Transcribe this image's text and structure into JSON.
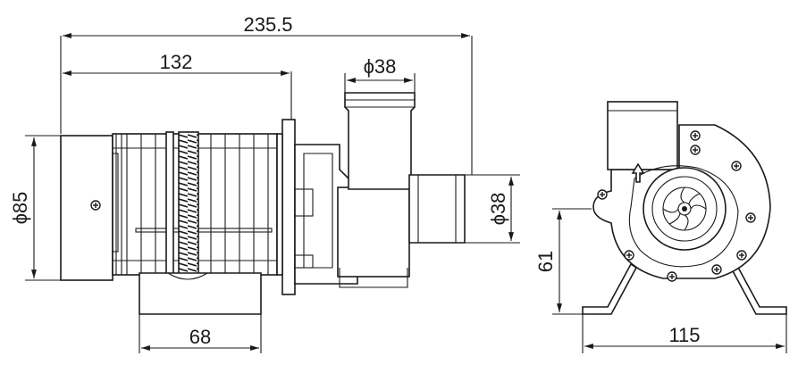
{
  "dimensions": {
    "overall_length": "235.5",
    "motor_length": "132",
    "outlet_diameter": "ϕ38",
    "motor_diameter": "ϕ85",
    "inlet_diameter": "ϕ38",
    "foot_width": "68",
    "shaft_height": "61",
    "foot_span": "115"
  },
  "icons": {
    "flow_arrow": "up-arrow-icon",
    "screw": "cross-screw-icon",
    "impeller": "impeller-icon"
  }
}
